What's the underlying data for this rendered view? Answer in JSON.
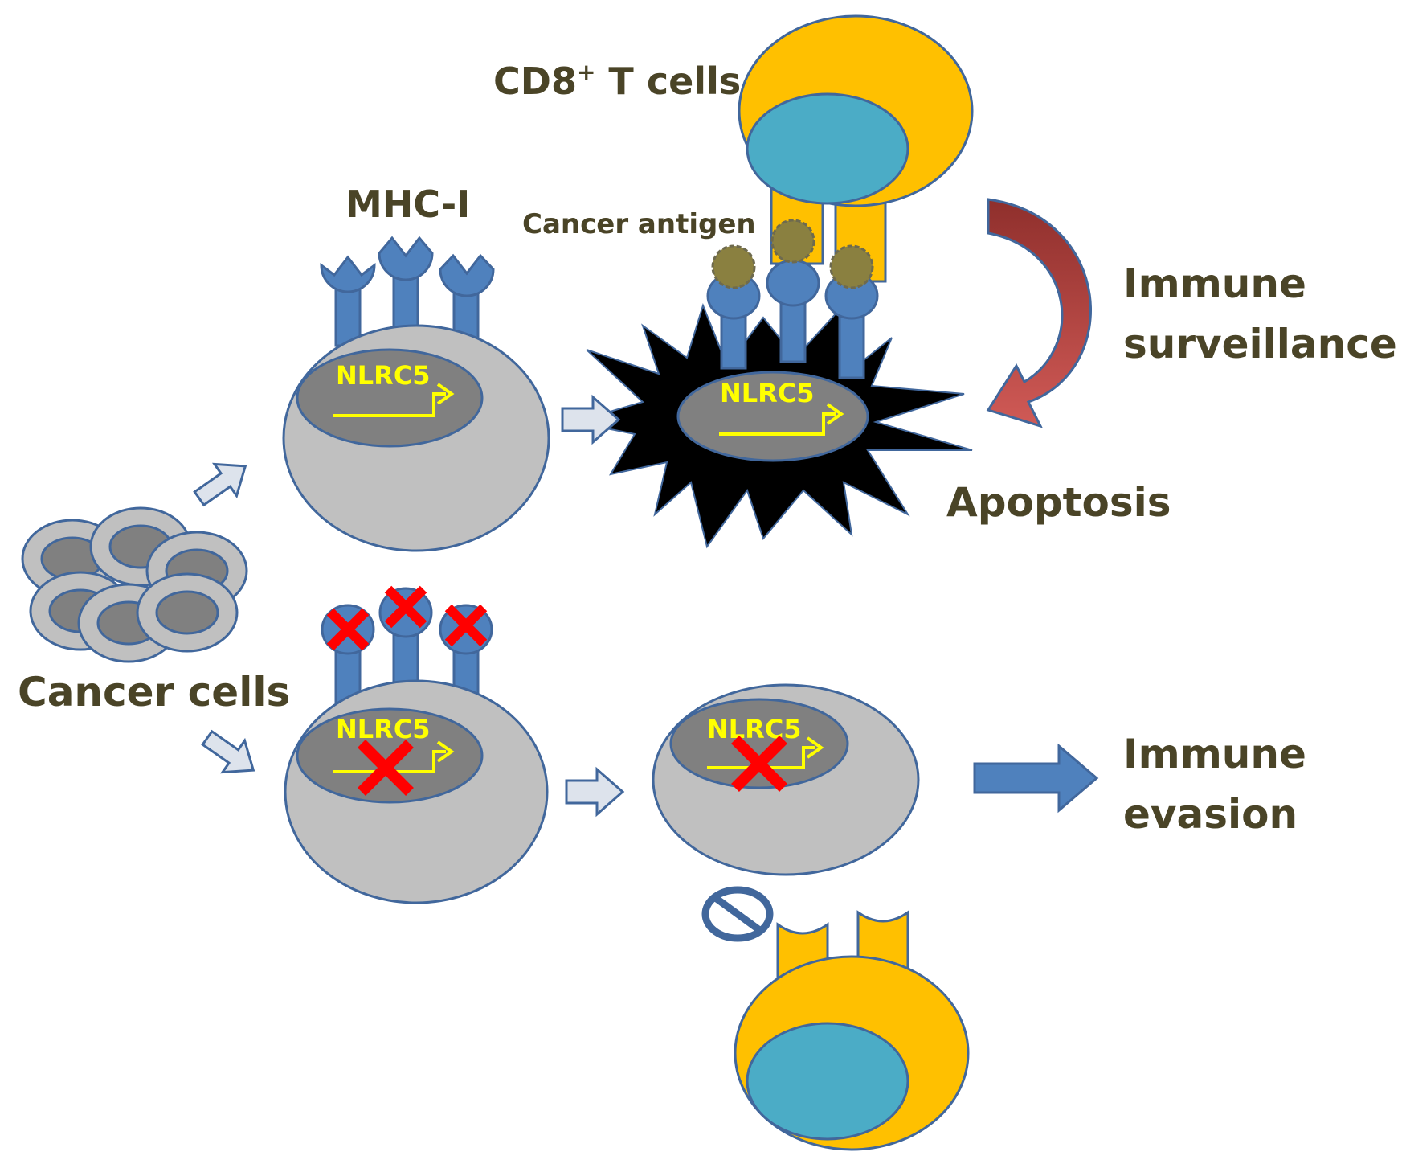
{
  "labels": {
    "cd8_prefix": "CD8",
    "cd8_sup": "+",
    "cd8_suffix": " T cells",
    "mhc": "MHC-I",
    "antigen": "Cancer antigen",
    "surveillance_1": "Immune",
    "surveillance_2": "surveillance",
    "apoptosis": "Apoptosis",
    "cancer_cells": "Cancer cells",
    "evasion_1": "Immune",
    "evasion_2": "evasion",
    "gene": "NLRC5"
  },
  "colors": {
    "cytoplasm": "#c0c0c0",
    "nucleus": "#808080",
    "outline": "#41679c",
    "receptor": "#4f81bd",
    "tcell": "#ffc000",
    "tcell_nucleus": "#4bacc6",
    "antigen": "#8a8040",
    "gene_arrow": "#ffff00",
    "cross": "#ff0000",
    "apoptosis_burst": "#000000",
    "curved_arrow": "#c0504d",
    "block_arrow": "#4f81bd",
    "flow_arrow": "#dde3ec",
    "label": "#4a4427"
  },
  "icons": [
    "prohibited-icon",
    "cross-mark-icon",
    "promoter-arrow-icon"
  ]
}
